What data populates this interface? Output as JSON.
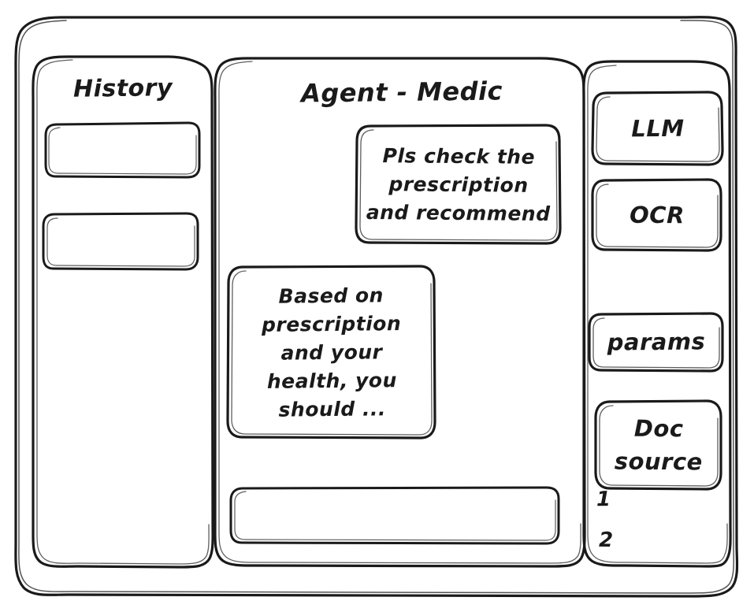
{
  "window": {
    "frame_name": "app-window-frame",
    "stroke_color": "#1a1a1a",
    "background_color": "#ffffff"
  },
  "sidebar_left": {
    "title": "History",
    "items": [
      {
        "label": ""
      },
      {
        "label": ""
      }
    ]
  },
  "main": {
    "title": "Agent - Medic",
    "messages": [
      {
        "role": "user",
        "lines": [
          "Pls check the",
          "prescription",
          "and recommend"
        ]
      },
      {
        "role": "assistant",
        "lines": [
          "Based on",
          "prescription",
          "and your",
          "health, you",
          "should ..."
        ]
      }
    ],
    "composer": {
      "value": "",
      "placeholder": ""
    }
  },
  "sidebar_right": {
    "buttons": [
      {
        "label": "LLM"
      },
      {
        "label": "OCR"
      },
      {
        "label": "params"
      }
    ],
    "doc_source": {
      "lines": [
        "Doc",
        "source"
      ]
    },
    "doc_list": [
      "1",
      "2"
    ]
  }
}
